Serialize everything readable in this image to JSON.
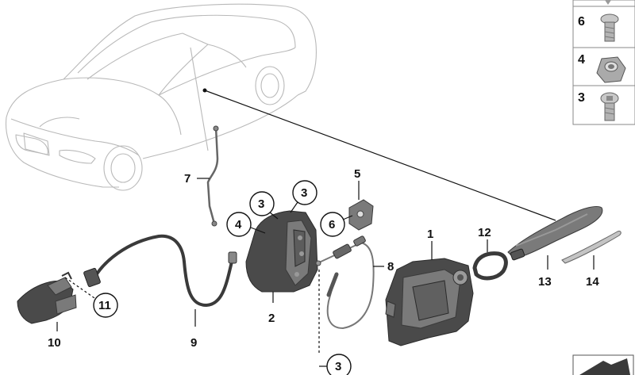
{
  "callouts": {
    "c1": "1",
    "c2": "2",
    "c3a": "3",
    "c3b": "3",
    "c3c": "3",
    "c4": "4",
    "c5": "5",
    "c6": "6",
    "c7": "7",
    "c8": "8",
    "c9": "9",
    "c10": "10",
    "c11": "11",
    "c12": "12",
    "c13": "13",
    "c14": "14"
  },
  "legend": {
    "item1": "6",
    "item2": "4",
    "item3": "3"
  },
  "icons": {
    "car": "car-outline-icon",
    "screw": "torx-screw-icon",
    "nut": "hex-nut-icon",
    "arrow": "stamp-arrow-icon"
  }
}
